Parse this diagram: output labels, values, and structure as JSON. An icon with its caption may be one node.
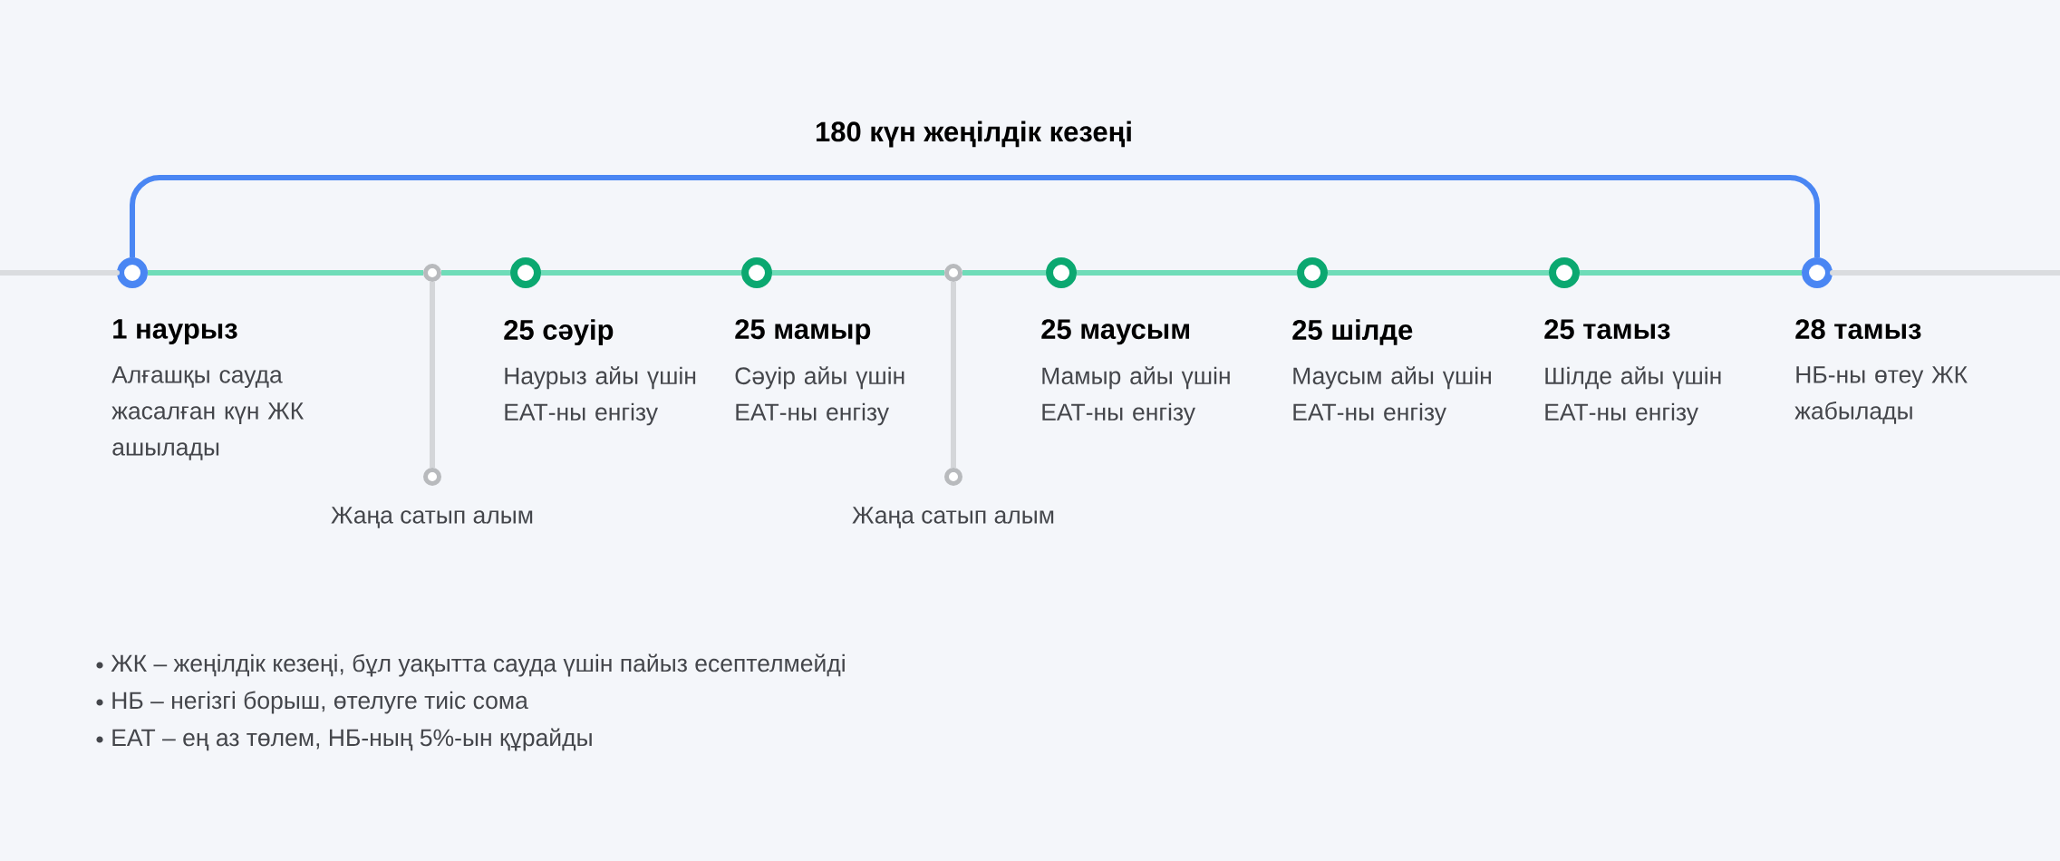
{
  "diagram": {
    "nodes": [
      {
        "text": [],
        "shape": "circle",
        "beside": [
          "1 наурыз",
          "Алғашқы сауда жасалған күн ЖК ашылады"
        ]
      },
      {
        "text": [],
        "shape": "circle"
      },
      {
        "text": [],
        "shape": "circle",
        "beside": [
          "Жаңа сатып алым"
        ]
      },
      {
        "text": [],
        "shape": "circle",
        "beside": [
          "25 сәуір",
          "Наурыз айы үшін ЕАТ-ны енгізу"
        ]
      },
      {
        "text": [],
        "shape": "circle",
        "beside": [
          "25 мамыр",
          "Сәуір айы үшін ЕАТ-ны енгізу"
        ]
      },
      {
        "text": [],
        "shape": "circle"
      },
      {
        "text": [],
        "shape": "circle",
        "beside": [
          "Жаңа сатып алым"
        ]
      },
      {
        "text": [],
        "shape": "circle",
        "beside": [
          "25 маусым",
          "Мамыр айы үшін ЕАТ-ны енгізу"
        ]
      },
      {
        "text": [],
        "shape": "circle",
        "beside": [
          "25 шілде",
          "Маусым айы үшін ЕАТ-ны енгізу"
        ]
      },
      {
        "text": [],
        "shape": "circle",
        "beside": [
          "25 тамыз",
          "Шілде айы үшін ЕАТ-ны енгізу"
        ]
      },
      {
        "text": [],
        "shape": "circle",
        "beside": [
          "28 тамыз",
          "НБ-ны өтеу ЖК жабылады"
        ]
      }
    ],
    "edges": [
      {
        "from": null,
        "to": 0,
        "arrow": "none",
        "color": "#dadcdf"
      },
      {
        "from": 0,
        "to": 1,
        "arrow": "none"
      },
      {
        "from": 1,
        "to": 3,
        "arrow": "none"
      },
      {
        "from": 3,
        "to": 4,
        "arrow": "none"
      },
      {
        "from": 4,
        "to": 5,
        "arrow": "none"
      },
      {
        "from": 5,
        "to": 7,
        "arrow": "none"
      },
      {
        "from": 7,
        "to": 8,
        "arrow": "none"
      },
      {
        "from": 8,
        "to": 9,
        "arrow": "none"
      },
      {
        "from": 9,
        "to": 10,
        "arrow": "none"
      },
      {
        "from": 10,
        "to": null,
        "arrow": "none",
        "color": "#dadcdf"
      },
      {
        "from": 1,
        "to": 2,
        "arrow": "none",
        "color": "#d4d6d9"
      },
      {
        "from": 5,
        "to": 6,
        "arrow": "none",
        "color": "#d4d6d9"
      },
      {
        "from": 0,
        "to": 10,
        "arrow": "none",
        "color": "#4a86f3",
        "label": "180 күн жеңілдік кезеңі"
      }
    ],
    "labels": [
      "ЖК – жеңілдік кезеңі, бұл уақытта сауда үшін пайыз есептелмейді",
      "НБ – негізгі борыш, өтелуге тиіс сома",
      "ЕАТ – ең аз төлем, НБ-ның 5%-ын құрайды"
    ]
  }
}
